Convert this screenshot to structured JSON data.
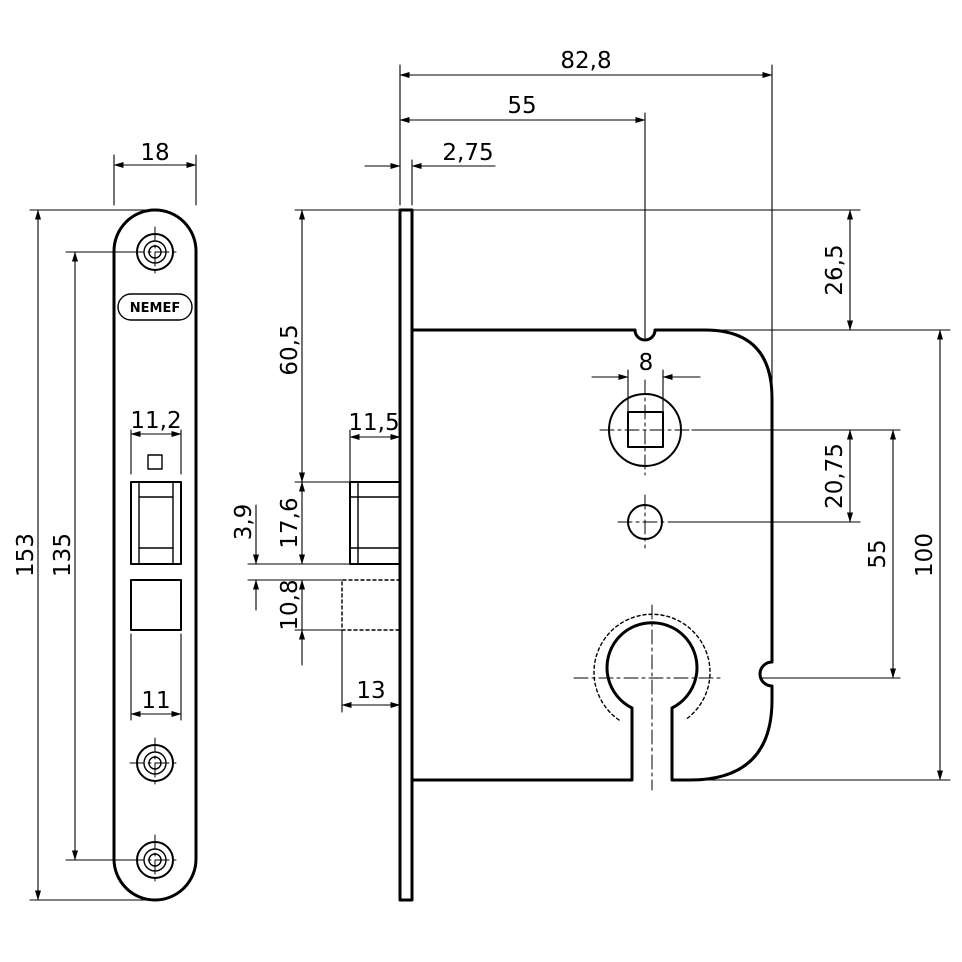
{
  "colors": {
    "line": "#000000",
    "background": "#ffffff"
  },
  "brand": {
    "logo_text": "NEMEF"
  },
  "dimensions": {
    "total_depth": "82,8",
    "backset": "55",
    "faceplate_thickness": "2,75",
    "faceplate_width": "18",
    "faceplate_length": "153",
    "screw_hole_distance": "135",
    "latch_opening_width": "11,2",
    "bolt_opening_width": "11",
    "latch_projection": "11,5",
    "bolt_projection": "13",
    "latch_top_from_faceplate_top": "60,5",
    "latch_height": "17,6",
    "gap_latch_bolt": "3,9",
    "bolt_height": "10,8",
    "case_top_offset": "26,5",
    "follower_square": "8",
    "follower_to_hole": "20,75",
    "follower_to_cylinder": "55",
    "case_height": "100"
  }
}
